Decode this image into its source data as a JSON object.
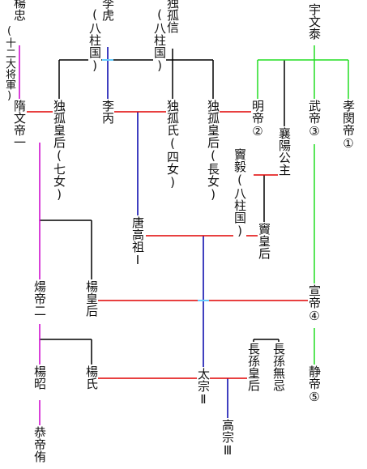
{
  "colors": {
    "background": "#ffffff",
    "text": "#111111",
    "descent": "#000000",
    "marriage": "#e00000",
    "sui_line": "#cc00cc",
    "tang_line": "#0000aa",
    "zhou_line": "#22dd22",
    "crossing": "#66ccff"
  },
  "people": {
    "yang_zhong": "楊忠",
    "yang_zhong_note": "(十二大将軍)",
    "li_hu": "李虎",
    "li_hu_note": "(八柱国)",
    "dugu_xin": "独孤信",
    "dugu_xin_note": "(八柱国)",
    "yuwen_tai": "宇文泰",
    "wendi": "隋文帝一",
    "dugu_empress_7": "独孤皇后(七女)",
    "li_bing": "李丙",
    "dugu_shi_4": "独孤氏(四女)",
    "dugu_empress_1": "独孤皇后(長女)",
    "mingdi": "明帝②",
    "wudi": "武帝③",
    "xiaomin": "孝閔帝①",
    "xiangyang": "襄陽公主",
    "dou_yi": "竇毅(八柱国)",
    "gaozu": "唐高祖Ⅰ",
    "dou_empress": "竇皇后",
    "yangdi": "煬帝二",
    "yang_empress": "楊皇后",
    "xuandi": "宣帝④",
    "yang_zhao": "楊昭",
    "yang_shi": "楊氏",
    "taizong": "太宗Ⅱ",
    "zhangsun_empress": "長孫皇后",
    "zhangsun_wuji": "長孫無忌",
    "jingdi": "静帝⑤",
    "gaozong": "高宗Ⅲ",
    "gongdi": "恭帝侑"
  }
}
